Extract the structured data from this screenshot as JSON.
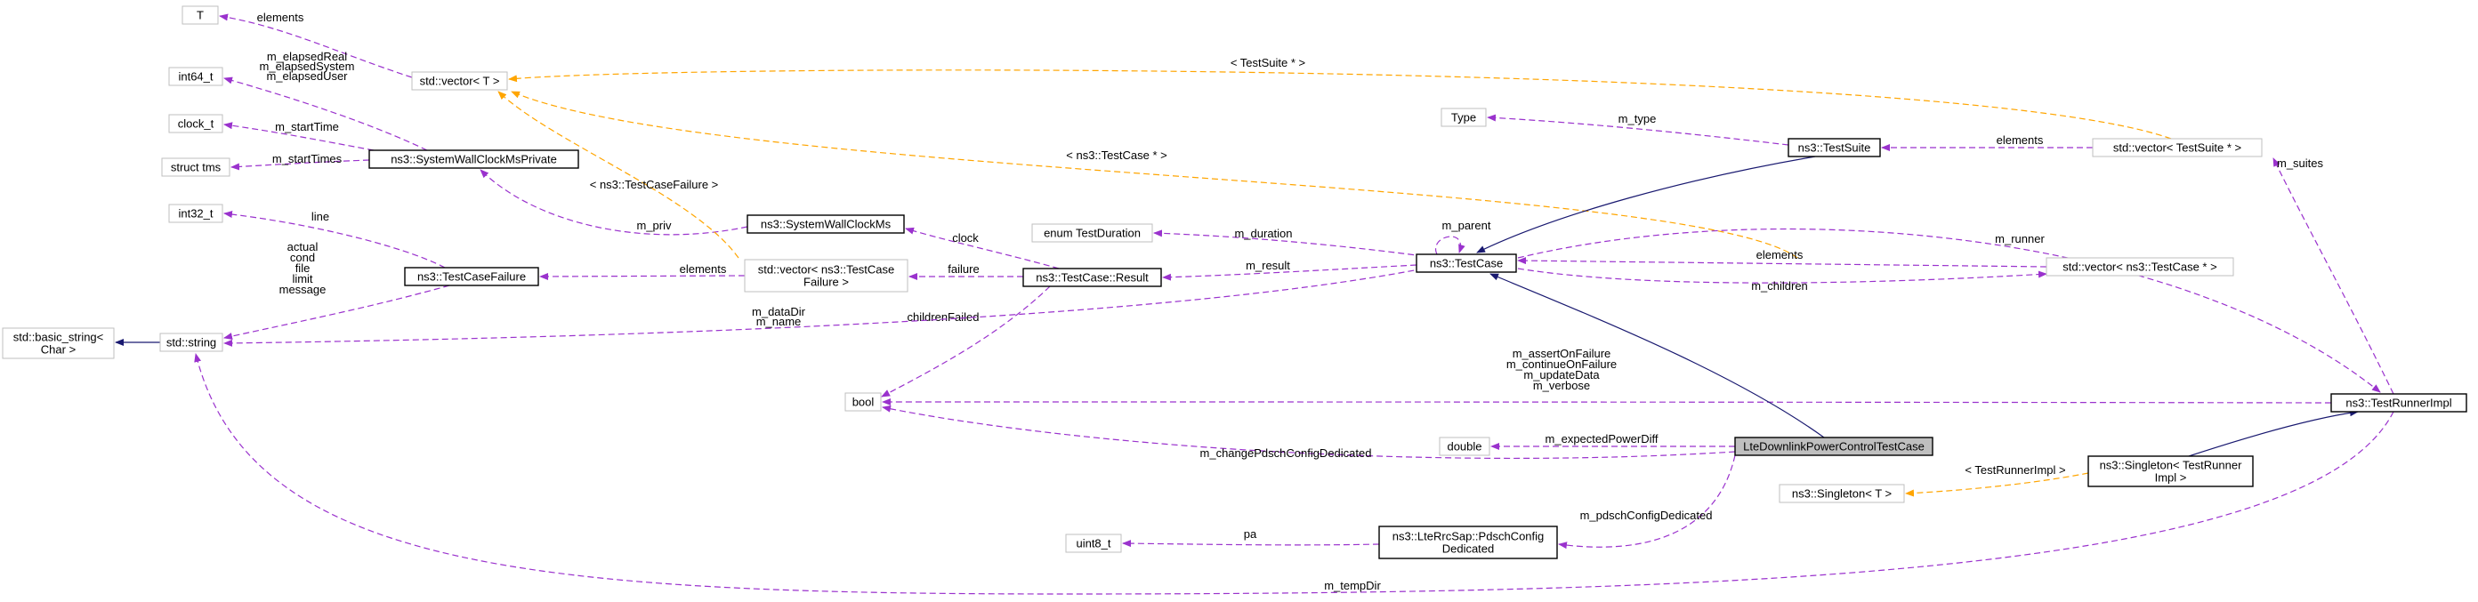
{
  "diagram": {
    "nodes": [
      {
        "id": "T",
        "lines": [
          "T"
        ],
        "style": "gray"
      },
      {
        "id": "int64_t",
        "lines": [
          "int64_t"
        ],
        "style": "gray"
      },
      {
        "id": "clock_t",
        "lines": [
          "clock_t"
        ],
        "style": "gray"
      },
      {
        "id": "struct_tms",
        "lines": [
          "struct tms"
        ],
        "style": "gray"
      },
      {
        "id": "int32_t",
        "lines": [
          "int32_t"
        ],
        "style": "gray"
      },
      {
        "id": "basic_string",
        "lines": [
          "std::basic_string<",
          "Char >"
        ],
        "style": "gray"
      },
      {
        "id": "std_string",
        "lines": [
          "std::string"
        ],
        "style": "gray"
      },
      {
        "id": "vector_T",
        "lines": [
          "std::vector< T >"
        ],
        "style": "gray"
      },
      {
        "id": "wallclock_priv",
        "lines": [
          "ns3::SystemWallClockMsPrivate"
        ],
        "style": "black"
      },
      {
        "id": "testcasefailure",
        "lines": [
          "ns3::TestCaseFailure"
        ],
        "style": "black"
      },
      {
        "id": "wallclock",
        "lines": [
          "ns3::SystemWallClockMs"
        ],
        "style": "black"
      },
      {
        "id": "vector_failure",
        "lines": [
          "std::vector< ns3::TestCase",
          "Failure >"
        ],
        "style": "gray"
      },
      {
        "id": "result",
        "lines": [
          "ns3::TestCase::Result"
        ],
        "style": "black"
      },
      {
        "id": "enum_duration",
        "lines": [
          "enum TestDuration"
        ],
        "style": "gray"
      },
      {
        "id": "bool",
        "lines": [
          "bool"
        ],
        "style": "gray"
      },
      {
        "id": "double",
        "lines": [
          "double"
        ],
        "style": "gray"
      },
      {
        "id": "uint8_t",
        "lines": [
          "uint8_t"
        ],
        "style": "gray"
      },
      {
        "id": "type",
        "lines": [
          "Type"
        ],
        "style": "gray"
      },
      {
        "id": "testcase",
        "lines": [
          "ns3::TestCase"
        ],
        "style": "black"
      },
      {
        "id": "testsuite",
        "lines": [
          "ns3::TestSuite"
        ],
        "style": "black"
      },
      {
        "id": "vector_testcase",
        "lines": [
          "std::vector< ns3::TestCase * >"
        ],
        "style": "gray"
      },
      {
        "id": "vector_testsuite",
        "lines": [
          "std::vector< TestSuite * >"
        ],
        "style": "gray"
      },
      {
        "id": "lte_test",
        "lines": [
          "LteDownlinkPowerControlTestCase"
        ],
        "style": "focus"
      },
      {
        "id": "pdsch",
        "lines": [
          "ns3::LteRrcSap::PdschConfig",
          "Dedicated"
        ],
        "style": "black"
      },
      {
        "id": "singleton_T",
        "lines": [
          "ns3::Singleton< T >"
        ],
        "style": "gray"
      },
      {
        "id": "singleton_runner",
        "lines": [
          "ns3::Singleton< TestRunner",
          "Impl >"
        ],
        "style": "black"
      },
      {
        "id": "runnerimpl",
        "lines": [
          "ns3::TestRunnerImpl"
        ],
        "style": "black"
      }
    ],
    "edges": [
      {
        "id": "e_elements_T",
        "kind": "uses",
        "label": [
          "elements"
        ]
      },
      {
        "id": "e_elapsed",
        "kind": "uses",
        "label": [
          "m_elapsedReal",
          "m_elapsedSystem",
          "m_elapsedUser"
        ]
      },
      {
        "id": "e_starttime",
        "kind": "uses",
        "label": [
          "m_startTime"
        ]
      },
      {
        "id": "e_starttimes",
        "kind": "uses",
        "label": [
          "m_startTimes"
        ]
      },
      {
        "id": "e_line",
        "kind": "uses",
        "label": [
          "line"
        ]
      },
      {
        "id": "e_strings",
        "kind": "uses",
        "label": [
          "actual",
          "cond",
          "file",
          "limit",
          "message"
        ]
      },
      {
        "id": "e_string_inh",
        "kind": "inh",
        "label": []
      },
      {
        "id": "e_mpriv",
        "kind": "uses",
        "label": [
          "m_priv"
        ]
      },
      {
        "id": "e_tmpl_failure",
        "kind": "tmpl",
        "label": [
          "< ns3::TestCaseFailure >"
        ]
      },
      {
        "id": "e_elements_fail",
        "kind": "uses",
        "label": [
          "elements"
        ]
      },
      {
        "id": "e_clock",
        "kind": "uses",
        "label": [
          "clock"
        ]
      },
      {
        "id": "e_failure",
        "kind": "uses",
        "label": [
          "failure"
        ]
      },
      {
        "id": "e_childrenfailed",
        "kind": "uses",
        "label": [
          "childrenFailed"
        ]
      },
      {
        "id": "e_datadir",
        "kind": "uses",
        "label": [
          "m_dataDir",
          "m_name"
        ]
      },
      {
        "id": "e_duration",
        "kind": "uses",
        "label": [
          "m_duration"
        ]
      },
      {
        "id": "e_result",
        "kind": "uses",
        "label": [
          "m_result"
        ]
      },
      {
        "id": "e_parent",
        "kind": "uses",
        "label": [
          "m_parent"
        ]
      },
      {
        "id": "e_tmpl_testcase",
        "kind": "tmpl",
        "label": [
          "< ns3::TestCase * >"
        ]
      },
      {
        "id": "e_tmpl_testsuite",
        "kind": "tmpl",
        "label": [
          "< TestSuite * >"
        ]
      },
      {
        "id": "e_mtype",
        "kind": "uses",
        "label": [
          "m_type"
        ]
      },
      {
        "id": "e_suite_inh",
        "kind": "inh",
        "label": []
      },
      {
        "id": "e_elements_suite",
        "kind": "uses",
        "label": [
          "elements"
        ]
      },
      {
        "id": "e_elements_case",
        "kind": "uses",
        "label": [
          "elements"
        ]
      },
      {
        "id": "e_children",
        "kind": "uses",
        "label": [
          "m_children"
        ]
      },
      {
        "id": "e_msuites",
        "kind": "uses",
        "label": [
          "m_suites"
        ]
      },
      {
        "id": "e_runner",
        "kind": "uses",
        "label": [
          "m_runner"
        ]
      },
      {
        "id": "e_bools",
        "kind": "uses",
        "label": [
          "m_assertOnFailure",
          "m_continueOnFailure",
          "m_updateData",
          "m_verbose"
        ]
      },
      {
        "id": "e_changepdsch",
        "kind": "uses",
        "label": [
          "m_changePdschConfigDedicated"
        ]
      },
      {
        "id": "e_expected",
        "kind": "uses",
        "label": [
          "m_expectedPowerDiff"
        ]
      },
      {
        "id": "e_lte_inh",
        "kind": "inh",
        "label": []
      },
      {
        "id": "e_pdschcfg",
        "kind": "uses",
        "label": [
          "m_pdschConfigDedicated"
        ]
      },
      {
        "id": "e_pa",
        "kind": "uses",
        "label": [
          "pa"
        ]
      },
      {
        "id": "e_tmpl_runner",
        "kind": "tmpl",
        "label": [
          "< TestRunnerImpl >"
        ]
      },
      {
        "id": "e_singleton_inh",
        "kind": "inh",
        "label": []
      },
      {
        "id": "e_tempdir",
        "kind": "uses",
        "label": [
          "m_tempDir"
        ]
      }
    ],
    "colors": {
      "uses": "#9a32cd",
      "template": "#ffa500",
      "inheritance": "#191970",
      "focus_fill": "#bfbfbf",
      "gray_border": "#bfbfbf"
    }
  }
}
